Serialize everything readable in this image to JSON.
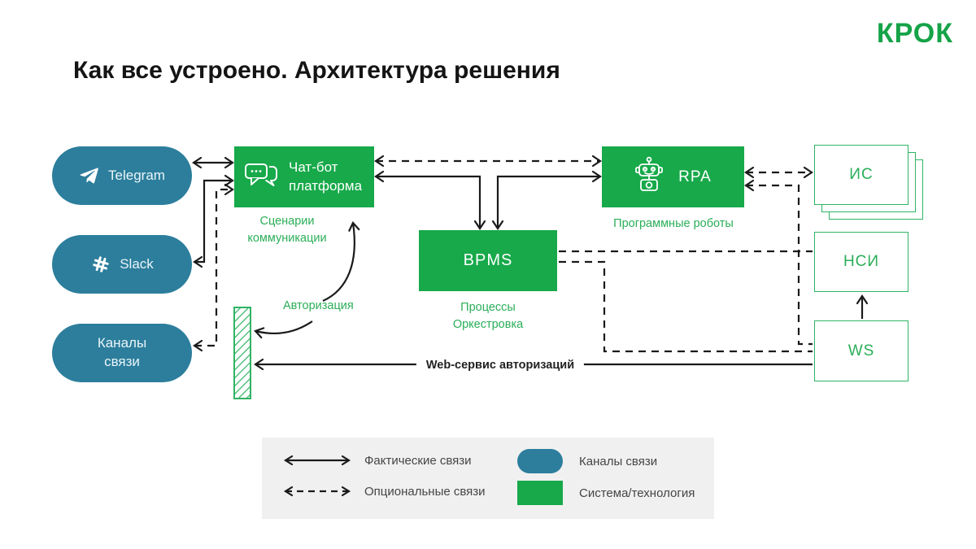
{
  "brand": {
    "name": "КРОК",
    "color": "#15A348"
  },
  "title": "Как все устроено. Архитектура решения",
  "channels": [
    {
      "label": "Telegram",
      "icon": "telegram-icon"
    },
    {
      "label": "Slack",
      "icon": "slack-icon"
    },
    {
      "label": "Каналы связи"
    }
  ],
  "systems": {
    "chatbot": {
      "label": "Чат-бот платформа",
      "caption": "Сценарии коммуникации",
      "icon": "chat-bubbles-icon"
    },
    "bpms": {
      "label": "BPMS",
      "caption": "Процессы Оркестровка"
    },
    "rpa": {
      "label": "RPA",
      "caption": "Программные роботы",
      "icon": "robot-icon"
    },
    "is": {
      "label": "ИС"
    },
    "nsi": {
      "label": "НСИ"
    },
    "ws": {
      "label": "WS"
    }
  },
  "annotations": {
    "authorization": "Авторизация",
    "web_service": "Web-сервис авторизаций"
  },
  "legend": {
    "items": [
      {
        "type": "solid-arrow",
        "label": "Фактические связи"
      },
      {
        "type": "dashed-arrow",
        "label": "Опциональные связи"
      },
      {
        "type": "teal-pill",
        "label": "Каналы связи"
      },
      {
        "type": "green-rect",
        "label": "Система/технология"
      }
    ]
  },
  "colors": {
    "green": "#17A94A",
    "teal": "#2C7E9C",
    "text_green": "#2BAE58",
    "border_green": "#2FB464",
    "legend_bg": "#F0F0F0",
    "line": "#1A1A1A"
  }
}
